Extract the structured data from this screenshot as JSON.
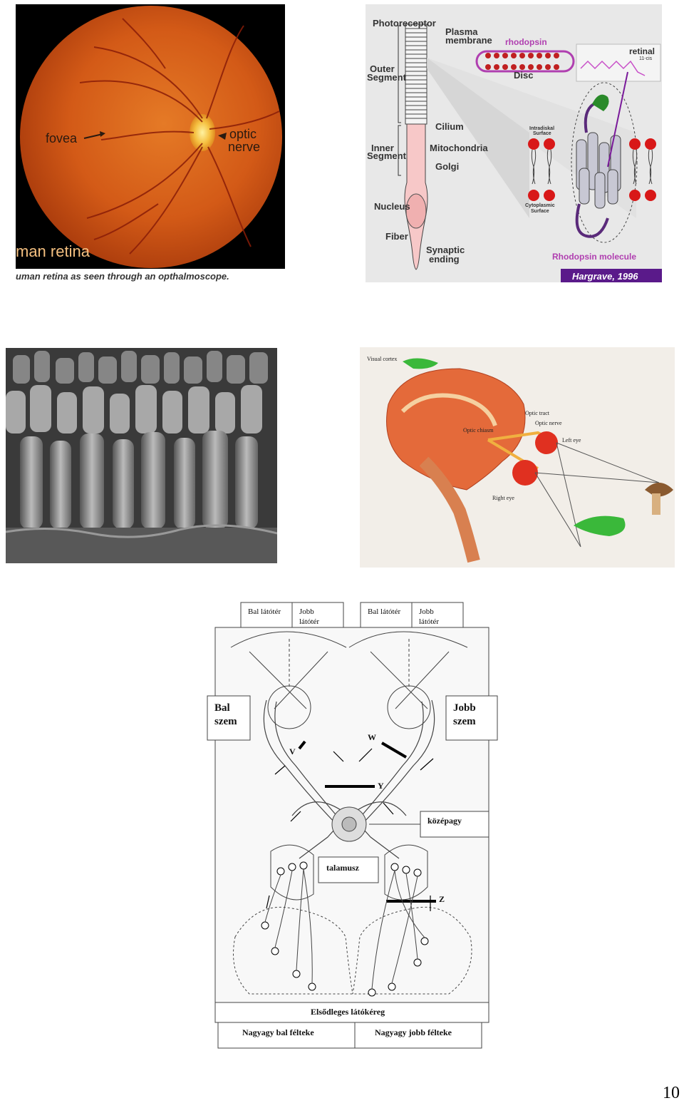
{
  "fundus": {
    "fovea_label": "fovea",
    "optic_label_1": "optic",
    "optic_label_2": "nerve",
    "title_fragment": "man retina",
    "caption": "uman retina as seen through an opthalmoscope."
  },
  "photoreceptor": {
    "photoreceptor": "Photoreceptor",
    "plasma_1": "Plasma",
    "plasma_2": "membrane",
    "rhodopsin": "rhodopsin",
    "retinal": "retinal",
    "retinal_sub": "11-cis",
    "disc": "Disc",
    "outer_1": "Outer",
    "outer_2": "Segment",
    "inner_1": "Inner",
    "inner_2": "Segment",
    "cilium": "Cilium",
    "mitochondria": "Mitochondria",
    "golgi": "Golgi",
    "nucleus": "Nucleus",
    "fiber": "Fiber",
    "synaptic_1": "Synaptic",
    "synaptic_2": "ending",
    "intradiskal_1": "Intradiskal",
    "intradiskal_2": "Surface",
    "cyto_1": "Cytoplasmic",
    "cyto_2": "Surface",
    "rhodopsin_molecule": "Rhodopsin molecule",
    "credit": "Hargrave, 1996"
  },
  "visual_pathway": {
    "visual_cortex": "Visual cortex",
    "optic_tract": "Optic tract",
    "optic_nerve": "Optic nerve",
    "optic_chiasm": "Optic chiasm",
    "left_eye": "Left eye",
    "right_eye": "Right eye"
  },
  "diagram": {
    "top_box_1a": "Bal látótér",
    "top_box_1b_1": "Jobb",
    "top_box_1b_2": "látótér",
    "top_box_2a": "Bal látótér",
    "top_box_2b_1": "Jobb",
    "top_box_2b_2": "látótér",
    "bal_1": "Bal",
    "bal_2": "szem",
    "jobb_1": "Jobb",
    "jobb_2": "szem",
    "w": "W",
    "v": "V",
    "y": "Y",
    "z": "Z",
    "kozepagy": "középagy",
    "talamusz": "talamusz",
    "elsodleges": "Elsődleges látókéreg",
    "bal_felteke": "Nagyagy bal félteke",
    "jobb_felteke": "Nagyagy  jobb félteke"
  },
  "page_number": "10",
  "colors": {
    "retina_orange": "#d9581a",
    "rhodopsin_purple": "#b03fb0",
    "credit_bg": "#5a1a8a",
    "lipid_red": "#d81818"
  }
}
